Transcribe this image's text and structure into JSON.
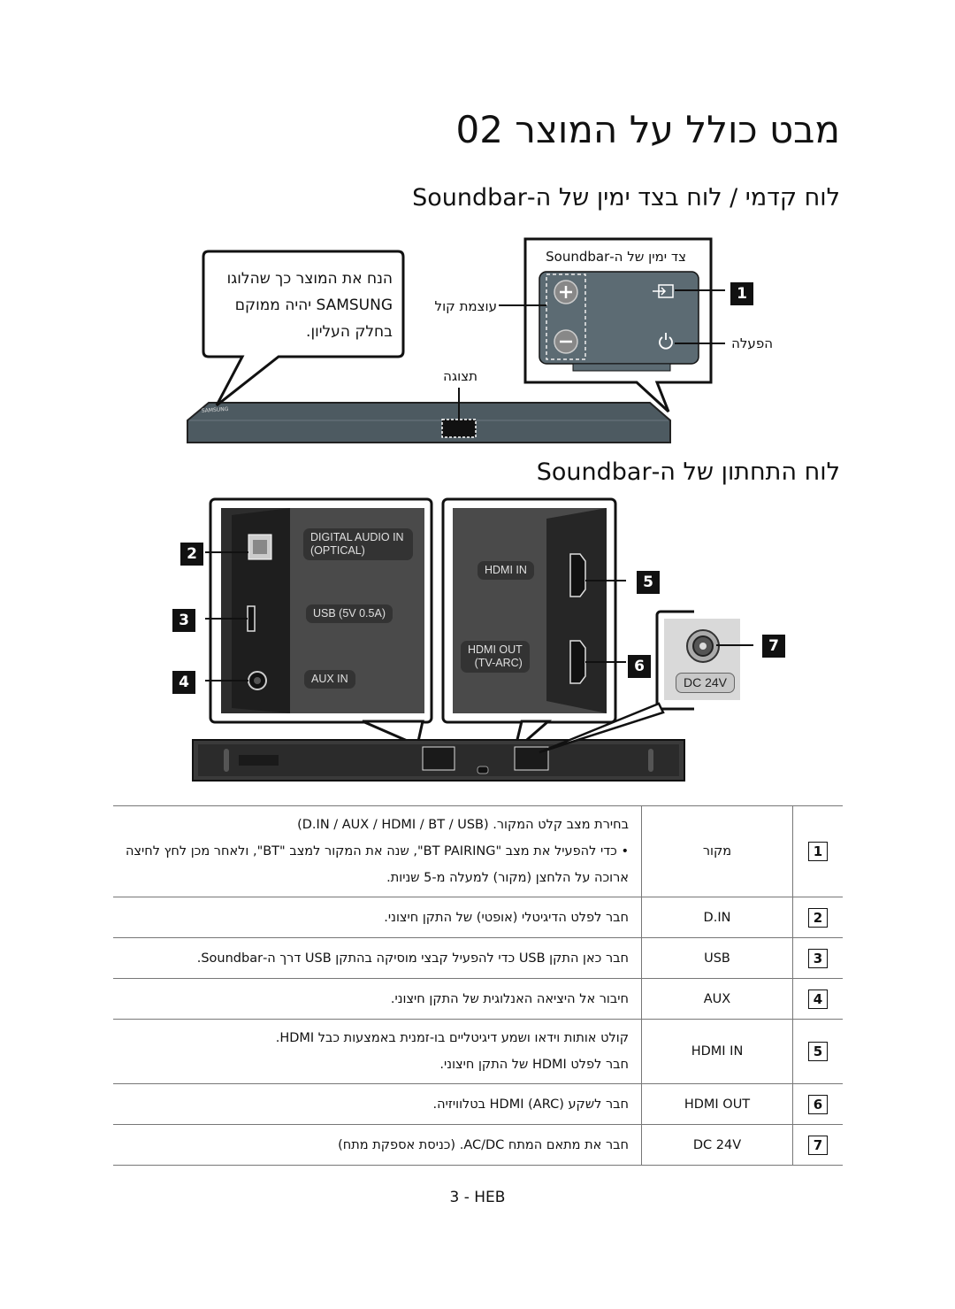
{
  "title": "מבט כולל על המוצר   02",
  "section_front": "לוח קדמי / לוח בצד ימין של ה-Soundbar",
  "section_rear": "לוח התחתון של ה-Soundbar",
  "front": {
    "right_side_caption": "צד ימין של ה-Soundbar",
    "bubble_lines": [
      "הנח את המוצר כך שהלוגו",
      "SAMSUNG יהיה ממוקם",
      "בחלק העליון."
    ],
    "volume_label": "עוצמת קול",
    "power_label": "הפעלה",
    "display_label": "תצוגה",
    "logo_on_bar": "SAMSUNG"
  },
  "rear": {
    "digital_audio_in": "DIGITAL AUDIO IN",
    "optical": "(OPTICAL)",
    "usb": "USB (5V 0.5A)",
    "aux_in": "AUX IN",
    "hdmi_in": "HDMI IN",
    "hdmi_out": "HDMI OUT",
    "tv_arc": "(TV-ARC)",
    "dc": "DC 24V"
  },
  "callouts": [
    "1",
    "2",
    "3",
    "4",
    "5",
    "6",
    "7"
  ],
  "table": [
    {
      "num": "1",
      "name": "מקור",
      "lines": [
        "בחירת מצב קלט המקור. (D.IN / AUX / HDMI / BT / USB)",
        "• כדי להפעיל את מצב \"BT PAIRING\", שנה את המקור למצב \"BT\", ולאחר מכן לחץ לחיצה",
        "ארוכה על הלחצן (מקור) למעלה מ-5 שניות."
      ]
    },
    {
      "num": "2",
      "name": "D.IN",
      "lines": [
        "חבר לפלט הדיגיטלי (אופטי) של התקן חיצוני."
      ]
    },
    {
      "num": "3",
      "name": "USB",
      "lines": [
        "חבר כאן התקן USB כדי להפעיל קבצי מוסיקה בהתקן USB דרך ה-Soundbar."
      ]
    },
    {
      "num": "4",
      "name": "AUX",
      "lines": [
        "חיבור אל היציאה האנלוגית של התקן חיצוני."
      ]
    },
    {
      "num": "5",
      "name": "HDMI IN",
      "lines": [
        "קולט אותות וידאו ושמע דיגיטליים בו-זמנית באמצעות כבל HDMI.",
        "חבר לפלט HDMI של התקן חיצוני."
      ]
    },
    {
      "num": "6",
      "name": "HDMI OUT",
      "lines": [
        "חבר לשקע (ARC) HDMI בטלוויזיה."
      ]
    },
    {
      "num": "7",
      "name": "DC 24V",
      "lines": [
        "חבר את מתאם המתח AC/DC. (כניסת אספקת מתח)"
      ]
    }
  ],
  "page_number": "3 - HEB"
}
